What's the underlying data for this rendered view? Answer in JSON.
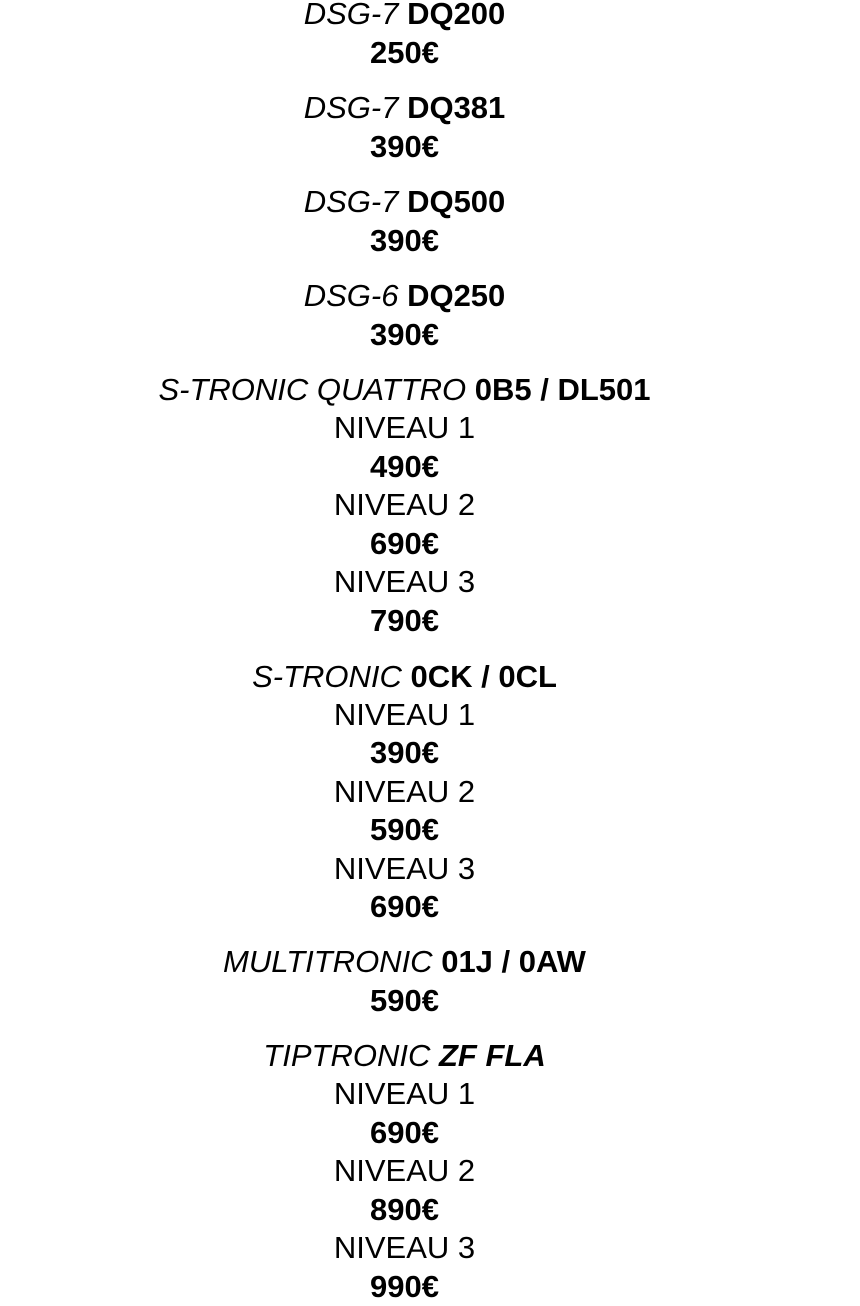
{
  "sections": [
    {
      "family": "DSG-7",
      "model": "DQ200",
      "price": "250€"
    },
    {
      "family": "DSG-7",
      "model": "DQ381",
      "price": "390€"
    },
    {
      "family": "DSG-7",
      "model": "DQ500",
      "price": "390€"
    },
    {
      "family": "DSG-6",
      "model": "DQ250",
      "price": "390€"
    },
    {
      "family": "S-TRONIC QUATTRO",
      "model": "0B5 / DL501",
      "levels": [
        {
          "label": "NIVEAU 1",
          "price": "490€"
        },
        {
          "label": "NIVEAU 2",
          "price": "690€"
        },
        {
          "label": "NIVEAU 3",
          "price": "790€"
        }
      ]
    },
    {
      "family": "S-TRONIC",
      "model": "0CK / 0CL",
      "levels": [
        {
          "label": "NIVEAU 1",
          "price": "390€"
        },
        {
          "label": "NIVEAU 2",
          "price": "590€"
        },
        {
          "label": "NIVEAU 3",
          "price": "690€"
        }
      ]
    },
    {
      "family": "MULTITRONIC",
      "model": "01J / 0AW",
      "price": "590€"
    },
    {
      "family": "TIPTRONIC",
      "model": "ZF FLA",
      "levels": [
        {
          "label": "NIVEAU 1",
          "price": "690€"
        },
        {
          "label": "NIVEAU 2",
          "price": "890€"
        },
        {
          "label": "NIVEAU 3",
          "price": "990€"
        }
      ]
    }
  ]
}
